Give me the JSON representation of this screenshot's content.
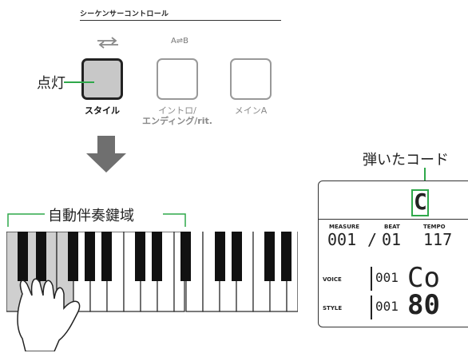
{
  "section_title": "シーケンサーコントロール",
  "buttons": [
    {
      "top_label": "",
      "label": "スタイル",
      "lit": true
    },
    {
      "top_label": "A⇌B",
      "label_line1": "イントロ/",
      "label_line2": "エンディング/rit.",
      "lit": false
    },
    {
      "top_label": "",
      "label": "メインA",
      "lit": false
    }
  ],
  "callout_lit": "点灯",
  "keyboard_range_label": "自動伴奏鍵域",
  "chord_callout": "弾いたコード",
  "lcd": {
    "chord": "C",
    "measure_label": "MEASURE",
    "beat_label": "BEAT",
    "tempo_label": "TEMPO",
    "measure_value": "001",
    "beat_sep": "/",
    "beat_value": "01",
    "tempo_value": "117",
    "voice_label": "VOICE",
    "voice_num": "001",
    "voice_name": "Co",
    "style_label": "STYLE",
    "style_num": "001",
    "style_name": "80"
  },
  "icons": {
    "repeat": "repeat-arrows-icon",
    "down": "down-arrow-icon",
    "hand": "hand-icon"
  }
}
